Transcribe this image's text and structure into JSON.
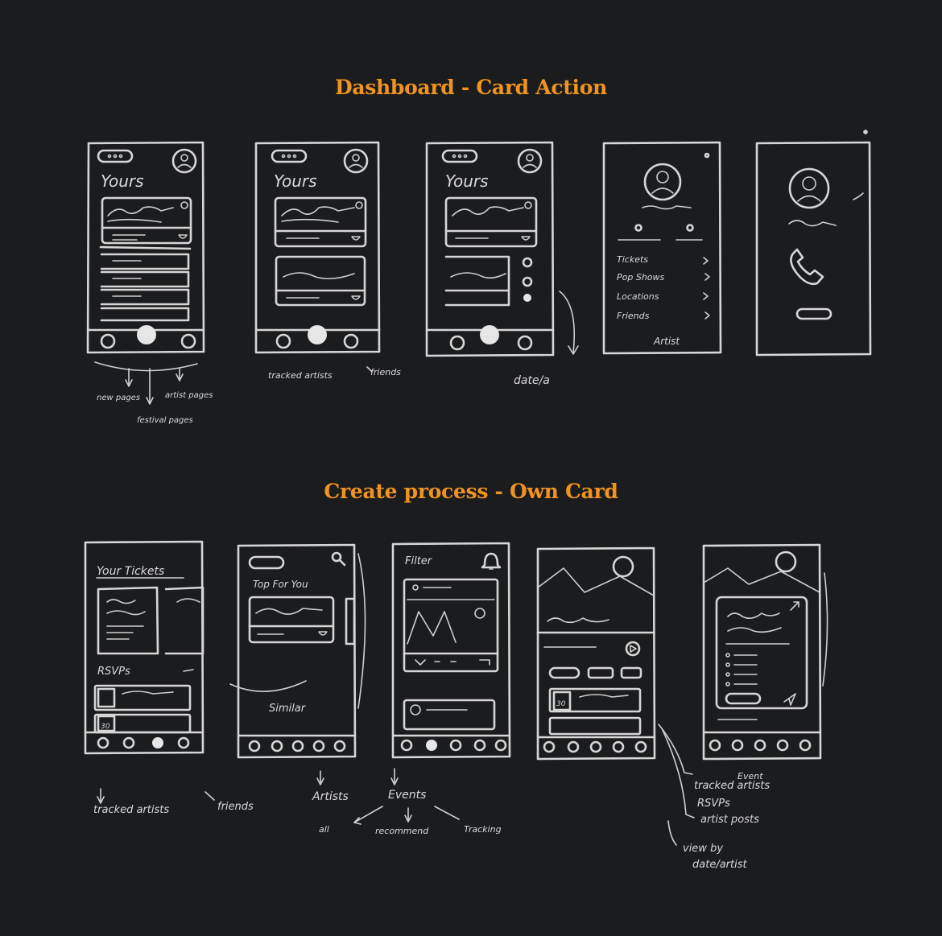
{
  "sections": [
    {
      "title": "Dashboard - Card Action"
    },
    {
      "title": "Create process - Own Card"
    }
  ],
  "row1": {
    "screen1": {
      "heading": "Yours"
    },
    "screen2": {
      "heading": "Yours"
    },
    "screen3": {
      "heading": "Yours"
    },
    "screen4": {
      "menu": [
        "Tickets",
        "Pop Shows",
        "Locations",
        "Friends"
      ],
      "footer": "Artist"
    }
  },
  "row2": {
    "screen1": {
      "heading": "Your Tickets",
      "rsvp": "RSVPs",
      "date": "30"
    },
    "screen2": {
      "heading": "Top For You",
      "similar": "Similar"
    },
    "screen3": {
      "heading": "Filter"
    },
    "screen4": {
      "date": "30"
    }
  },
  "notes": {
    "r1_s1_left": "new pages",
    "r1_s1_mid": "festival pages",
    "r1_s1_right": "artist pages",
    "r1_s2_left": "tracked artists",
    "r1_s2_right": "friends",
    "r1_s3": "date/a",
    "r2_s1_left": "tracked artists",
    "r2_s1_right": "friends",
    "r2_artists": "Artists",
    "r2_events": "Events",
    "r2_all": "all",
    "r2_recommend": "recommend",
    "r2_tracking": "Tracking",
    "r2_event": "Event",
    "r2_tracked": "tracked artists",
    "r2_rsvps": "RSVPs",
    "r2_posts": "artist posts",
    "r2_view": "view by",
    "r2_view2": "date/artist"
  },
  "icons": [
    "profile-icon",
    "phone-icon",
    "search-icon",
    "bell-icon",
    "play-icon",
    "send-icon",
    "expand-icon",
    "heart-icon"
  ],
  "colors": {
    "background": "#1b1c1e",
    "accent": "#f0941f",
    "sketch": "#d6d6d6"
  }
}
